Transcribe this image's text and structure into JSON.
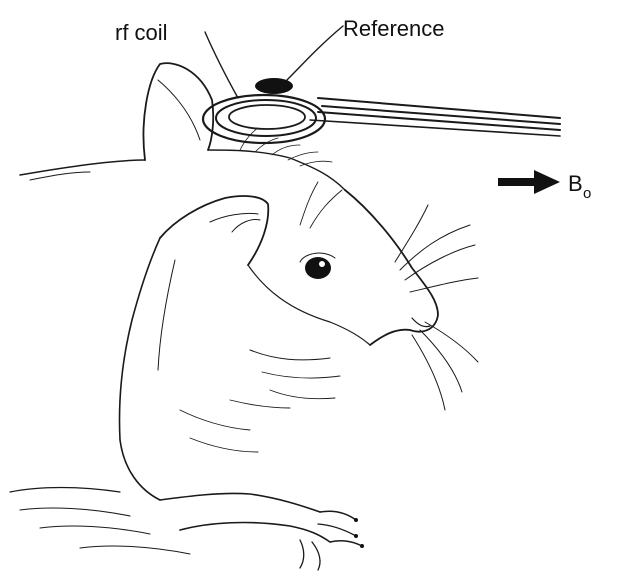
{
  "labels": {
    "rf_coil": "rf coil",
    "reference": "Reference",
    "field_symbol": "B",
    "field_subscript": "o"
  },
  "colors": {
    "ink": "#1a1a1a",
    "background": "#ffffff",
    "reference_marker": "#111111"
  },
  "icons": {
    "field_arrow": "arrow-right-icon"
  }
}
